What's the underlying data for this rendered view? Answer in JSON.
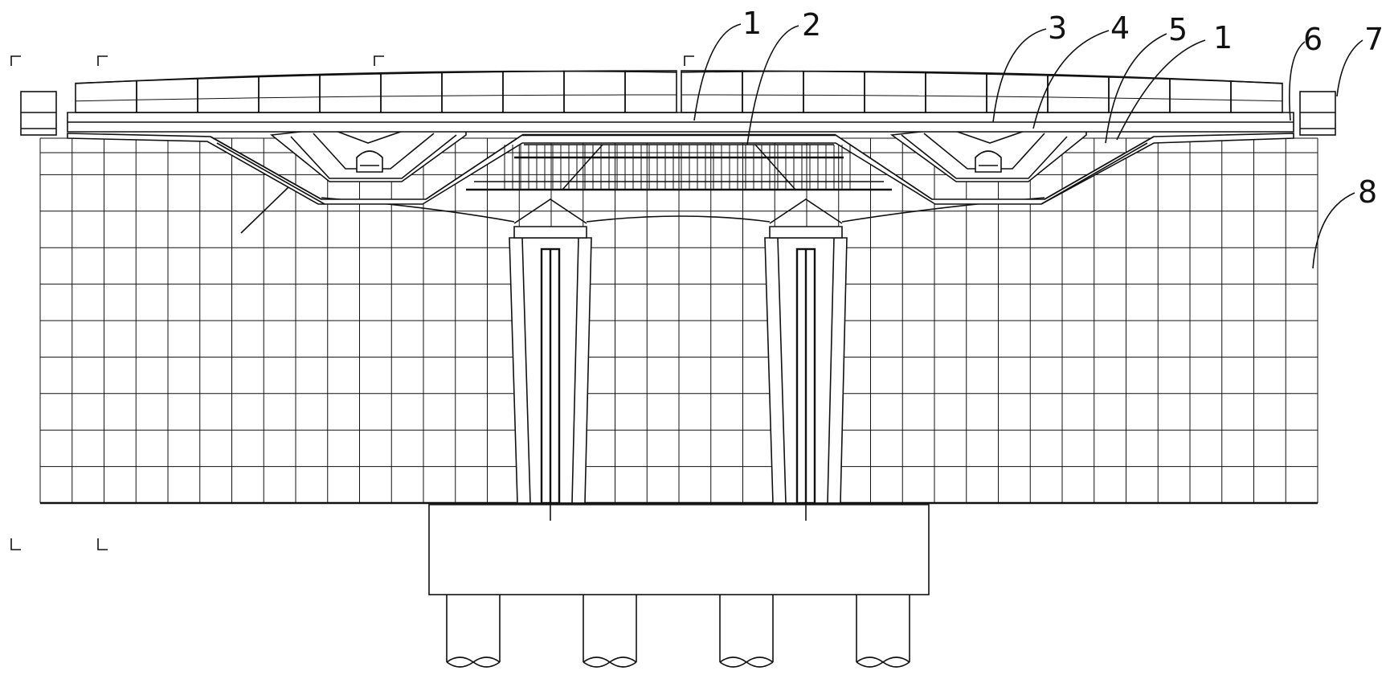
{
  "figure": {
    "callouts": [
      {
        "id": "callout-1a",
        "text": "1"
      },
      {
        "id": "callout-2",
        "text": "2"
      },
      {
        "id": "callout-3",
        "text": "3"
      },
      {
        "id": "callout-4",
        "text": "4"
      },
      {
        "id": "callout-5",
        "text": "5"
      },
      {
        "id": "callout-1b",
        "text": "1"
      },
      {
        "id": "callout-6",
        "text": "6"
      },
      {
        "id": "callout-7",
        "text": "7"
      },
      {
        "id": "callout-8",
        "text": "8"
      }
    ],
    "pile_count": 4,
    "scaffold_columns": 40,
    "scaffold_rows": 10
  }
}
